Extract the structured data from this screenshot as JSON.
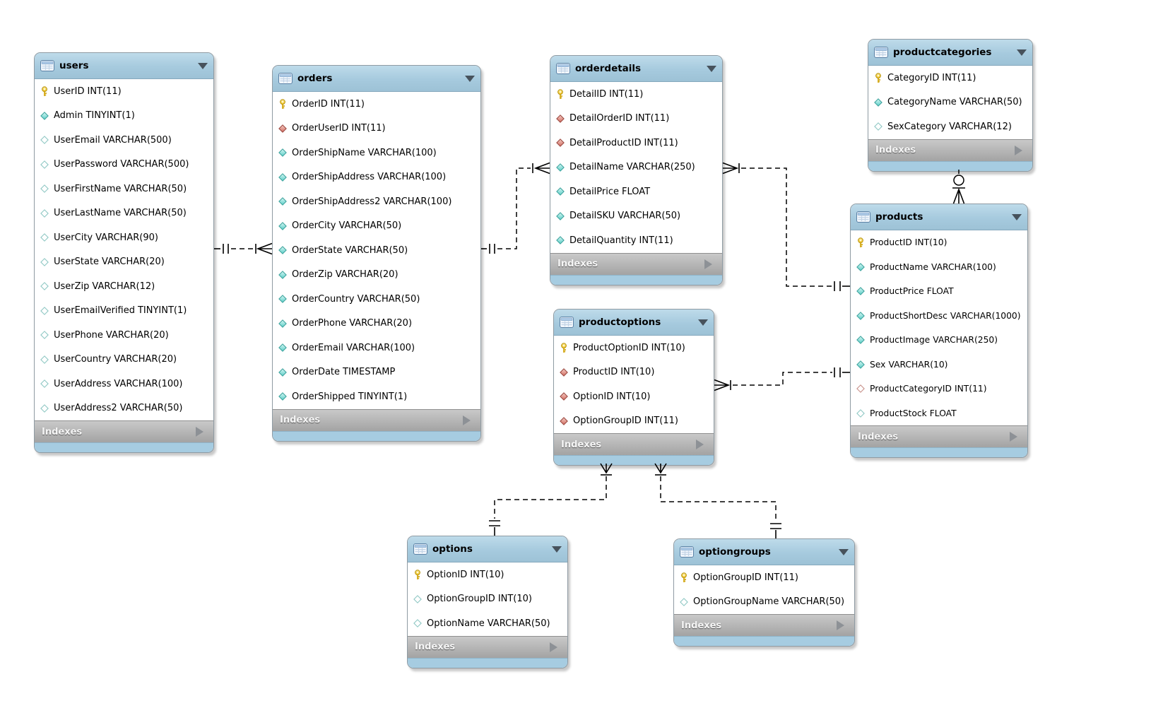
{
  "diagram": {
    "indexes_label": "Indexes",
    "colors": {
      "table_header_blue": "#a6cade",
      "indexes_gray": "#b5b5b5",
      "footer_strip_blue": "#a6cce1",
      "primary_key_yellow": "#f2cf3c",
      "column_diamond_cyan": "#63d2cc",
      "foreign_key_diamond_red": "#d4776c",
      "relationship_line": "#000000"
    },
    "icons": {
      "pk": "primary-key-icon",
      "notnull": "column-diamond-cyan-filled-icon",
      "nullable": "column-diamond-cyan-outline-icon",
      "fk": "foreign-key-diamond-red-filled-icon",
      "fk_nullable": "foreign-key-diamond-red-outline-icon",
      "header": "table-icon",
      "collapse": "chevron-down-icon",
      "indexes_expand": "chevron-right-icon"
    },
    "tables": [
      {
        "id": "users",
        "title": "users",
        "columns": [
          {
            "name": "UserID",
            "type": "INT(11)",
            "icon": "pk"
          },
          {
            "name": "Admin",
            "type": "TINYINT(1)",
            "icon": "notnull"
          },
          {
            "name": "UserEmail",
            "type": "VARCHAR(500)",
            "icon": "nullable"
          },
          {
            "name": "UserPassword",
            "type": "VARCHAR(500)",
            "icon": "nullable"
          },
          {
            "name": "UserFirstName",
            "type": "VARCHAR(50)",
            "icon": "nullable"
          },
          {
            "name": "UserLastName",
            "type": "VARCHAR(50)",
            "icon": "nullable"
          },
          {
            "name": "UserCity",
            "type": "VARCHAR(90)",
            "icon": "nullable"
          },
          {
            "name": "UserState",
            "type": "VARCHAR(20)",
            "icon": "nullable"
          },
          {
            "name": "UserZip",
            "type": "VARCHAR(12)",
            "icon": "nullable"
          },
          {
            "name": "UserEmailVerified",
            "type": "TINYINT(1)",
            "icon": "nullable"
          },
          {
            "name": "UserPhone",
            "type": "VARCHAR(20)",
            "icon": "nullable"
          },
          {
            "name": "UserCountry",
            "type": "VARCHAR(20)",
            "icon": "nullable"
          },
          {
            "name": "UserAddress",
            "type": "VARCHAR(100)",
            "icon": "nullable"
          },
          {
            "name": "UserAddress2",
            "type": "VARCHAR(50)",
            "icon": "nullable"
          }
        ]
      },
      {
        "id": "orders",
        "title": "orders",
        "columns": [
          {
            "name": "OrderID",
            "type": "INT(11)",
            "icon": "pk"
          },
          {
            "name": "OrderUserID",
            "type": "INT(11)",
            "icon": "fk"
          },
          {
            "name": "OrderShipName",
            "type": "VARCHAR(100)",
            "icon": "notnull"
          },
          {
            "name": "OrderShipAddress",
            "type": "VARCHAR(100)",
            "icon": "notnull"
          },
          {
            "name": "OrderShipAddress2",
            "type": "VARCHAR(100)",
            "icon": "notnull"
          },
          {
            "name": "OrderCity",
            "type": "VARCHAR(50)",
            "icon": "notnull"
          },
          {
            "name": "OrderState",
            "type": "VARCHAR(50)",
            "icon": "notnull"
          },
          {
            "name": "OrderZip",
            "type": "VARCHAR(20)",
            "icon": "notnull"
          },
          {
            "name": "OrderCountry",
            "type": "VARCHAR(50)",
            "icon": "notnull"
          },
          {
            "name": "OrderPhone",
            "type": "VARCHAR(20)",
            "icon": "notnull"
          },
          {
            "name": "OrderEmail",
            "type": "VARCHAR(100)",
            "icon": "notnull"
          },
          {
            "name": "OrderDate",
            "type": "TIMESTAMP",
            "icon": "notnull"
          },
          {
            "name": "OrderShipped",
            "type": "TINYINT(1)",
            "icon": "notnull"
          }
        ]
      },
      {
        "id": "orderdetails",
        "title": "orderdetails",
        "columns": [
          {
            "name": "DetailID",
            "type": "INT(11)",
            "icon": "pk"
          },
          {
            "name": "DetailOrderID",
            "type": "INT(11)",
            "icon": "fk"
          },
          {
            "name": "DetailProductID",
            "type": "INT(11)",
            "icon": "fk"
          },
          {
            "name": "DetailName",
            "type": "VARCHAR(250)",
            "icon": "notnull"
          },
          {
            "name": "DetailPrice",
            "type": "FLOAT",
            "icon": "notnull"
          },
          {
            "name": "DetailSKU",
            "type": "VARCHAR(50)",
            "icon": "notnull"
          },
          {
            "name": "DetailQuantity",
            "type": "INT(11)",
            "icon": "notnull"
          }
        ]
      },
      {
        "id": "productcategories",
        "title": "productcategories",
        "columns": [
          {
            "name": "CategoryID",
            "type": "INT(11)",
            "icon": "pk"
          },
          {
            "name": "CategoryName",
            "type": "VARCHAR(50)",
            "icon": "notnull"
          },
          {
            "name": "SexCategory",
            "type": "VARCHAR(12)",
            "icon": "nullable"
          }
        ]
      },
      {
        "id": "products",
        "title": "products",
        "columns": [
          {
            "name": "ProductID",
            "type": "INT(10)",
            "icon": "pk"
          },
          {
            "name": "ProductName",
            "type": "VARCHAR(100)",
            "icon": "notnull"
          },
          {
            "name": "ProductPrice",
            "type": "FLOAT",
            "icon": "notnull"
          },
          {
            "name": "ProductShortDesc",
            "type": "VARCHAR(1000)",
            "icon": "notnull"
          },
          {
            "name": "ProductImage",
            "type": "VARCHAR(250)",
            "icon": "notnull"
          },
          {
            "name": "Sex",
            "type": "VARCHAR(10)",
            "icon": "notnull"
          },
          {
            "name": "ProductCategoryID",
            "type": "INT(11)",
            "icon": "fk_nullable"
          },
          {
            "name": "ProductStock",
            "type": "FLOAT",
            "icon": "nullable"
          }
        ]
      },
      {
        "id": "productoptions",
        "title": "productoptions",
        "columns": [
          {
            "name": "ProductOptionID",
            "type": "INT(10)",
            "icon": "pk"
          },
          {
            "name": "ProductID",
            "type": "INT(10)",
            "icon": "fk"
          },
          {
            "name": "OptionID",
            "type": "INT(10)",
            "icon": "fk"
          },
          {
            "name": "OptionGroupID",
            "type": "INT(11)",
            "icon": "fk"
          }
        ]
      },
      {
        "id": "options",
        "title": "options",
        "columns": [
          {
            "name": "OptionID",
            "type": "INT(10)",
            "icon": "pk"
          },
          {
            "name": "OptionGroupID",
            "type": "INT(10)",
            "icon": "nullable"
          },
          {
            "name": "OptionName",
            "type": "VARCHAR(50)",
            "icon": "nullable"
          }
        ]
      },
      {
        "id": "optiongroups",
        "title": "optiongroups",
        "columns": [
          {
            "name": "OptionGroupID",
            "type": "INT(11)",
            "icon": "pk"
          },
          {
            "name": "OptionGroupName",
            "type": "VARCHAR(50)",
            "icon": "nullable"
          }
        ]
      }
    ],
    "relationships": [
      {
        "from": "users",
        "to": "orders",
        "from_cardinality": "one",
        "to_cardinality": "many",
        "line": "dashed"
      },
      {
        "from": "orders",
        "to": "orderdetails",
        "from_cardinality": "one",
        "to_cardinality": "many",
        "line": "dashed"
      },
      {
        "from": "products",
        "to": "orderdetails",
        "from_cardinality": "one",
        "to_cardinality": "many",
        "line": "dashed"
      },
      {
        "from": "products",
        "to": "productoptions",
        "from_cardinality": "one",
        "to_cardinality": "many",
        "line": "dashed"
      },
      {
        "from": "productcategories",
        "to": "products",
        "from_cardinality": "zero-or-one",
        "to_cardinality": "many",
        "line": "dashed"
      },
      {
        "from": "options",
        "to": "productoptions",
        "from_cardinality": "one",
        "to_cardinality": "many",
        "line": "dashed"
      },
      {
        "from": "optiongroups",
        "to": "productoptions",
        "from_cardinality": "one",
        "to_cardinality": "many",
        "line": "dashed"
      }
    ]
  }
}
